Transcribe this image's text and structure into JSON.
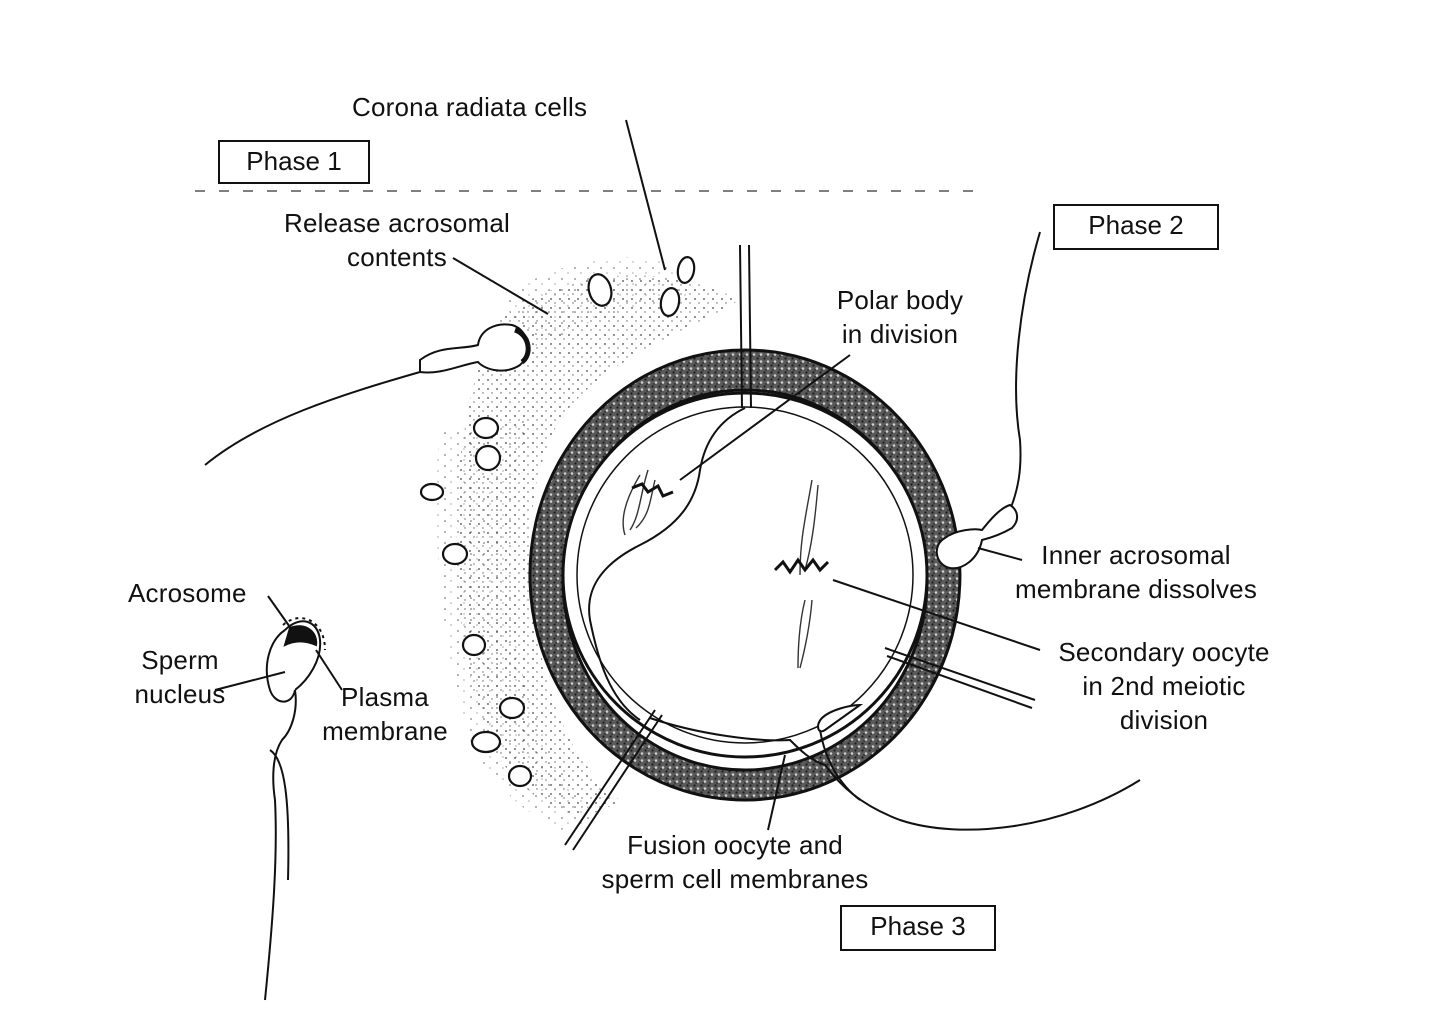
{
  "labels": {
    "corona_radiata": "Corona radiata cells",
    "phase1": "Phase 1",
    "phase2": "Phase 2",
    "phase3": "Phase 3",
    "release_line1": "Release acrosomal",
    "release_line2": "contents",
    "polar_line1": "Polar body",
    "polar_line2": "in division",
    "inner_line1": "Inner acrosomal",
    "inner_line2": "membrane dissolves",
    "secondary_line1": "Secondary oocyte",
    "secondary_line2": "in 2nd meiotic",
    "secondary_line3": "division",
    "acrosome": "Acrosome",
    "sperm_line1": "Sperm",
    "sperm_line2": "nucleus",
    "plasma_line1": "Plasma",
    "plasma_line2": "membrane",
    "fusion_line1": "Fusion oocyte and",
    "fusion_line2": "sperm cell membranes"
  }
}
